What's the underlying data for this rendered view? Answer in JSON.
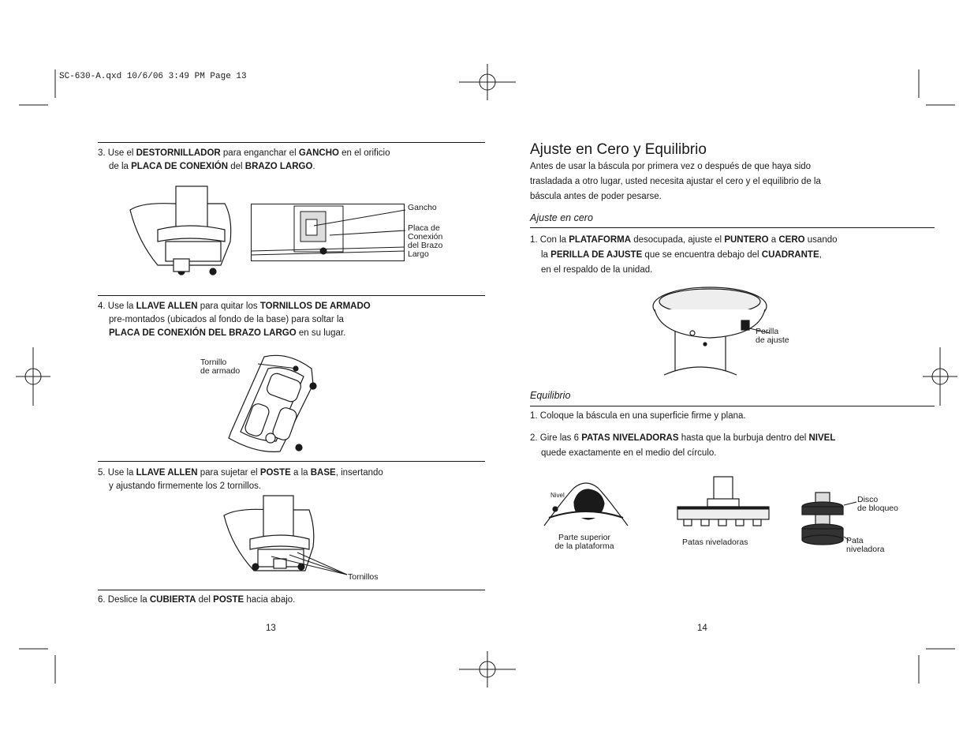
{
  "slug": "SC-630-A.qxd  10/6/06  3:49 PM  Page 13",
  "left_page": {
    "step3": {
      "num": "3.",
      "line1": [
        "Use el ",
        "DESTORNILLADOR",
        " para enganchar el ",
        "GANCHO",
        " en el orificio"
      ],
      "line2": [
        "de la ",
        "PLACA DE CONEXIÓN",
        " del ",
        "BRAZO LARGO",
        "."
      ],
      "label_gancho": "Gancho",
      "label_placa": "Placa de\nConexión\ndel Brazo\nLargo"
    },
    "step4": {
      "num": "4.",
      "line1": [
        "Use la ",
        "LLAVE ALLEN",
        " para quitar los ",
        "TORNILLOS DE ARMADO"
      ],
      "line2": [
        "pre-montados (ubicados al fondo de la base) para soltar la"
      ],
      "line3": [
        "PLACA DE CONEXIÓN DEL BRAZO LARGO",
        " en su lugar."
      ],
      "label_tornillo": "Tornillo\nde armado"
    },
    "step5": {
      "num": "5.",
      "line1": [
        "Use la ",
        "LLAVE ALLEN",
        " para sujetar el ",
        "POSTE",
        " a la ",
        "BASE",
        ", insertando"
      ],
      "line2": [
        "y ajustando firmemente los 2 tornillos."
      ],
      "label_tornillos": "Tornillos"
    },
    "step6": {
      "num": "6.",
      "line1": [
        "Deslice la ",
        "CUBIERTA",
        " del ",
        "POSTE",
        " hacia abajo."
      ]
    },
    "page_number": "13"
  },
  "right_page": {
    "title": "Ajuste en Cero y Equilibrio",
    "intro": [
      "Antes de usar la báscula por primera vez o después de que haya sido",
      "trasladada a otro lugar, usted necesita ajustar el cero y el equilibrio de la",
      "báscula antes de poder pesarse."
    ],
    "section_zero": {
      "heading": "Ajuste en cero",
      "num": "1.",
      "line1": [
        "Con la ",
        "PLATAFORMA",
        " desocupada, ajuste el ",
        "PUNTERO",
        " a ",
        "CERO",
        " usando"
      ],
      "line2": [
        "la ",
        "PERILLA DE AJUSTE",
        " que se encuentra debajo del ",
        "CUADRANTE",
        ","
      ],
      "line3": [
        "en el respaldo de la unidad."
      ],
      "label_perilla": "Perilla\nde ajuste"
    },
    "section_balance": {
      "heading": "Equilibrio",
      "item1_num": "1.",
      "item1": [
        "Coloque la báscula en una superficie firme y plana."
      ],
      "item2_num": "2.",
      "item2_line1": [
        "Gire las 6 ",
        "PATAS NIVELADORAS",
        " hasta que la burbuja dentro del ",
        "NIVEL"
      ],
      "item2_line2": [
        "quede exactamente en el medio del círculo."
      ],
      "label_nivel": "Nivel",
      "label_parte": "Parte superior\nde la plataforma",
      "label_patas": "Patas niveladoras",
      "label_disco": "Disco\nde bloqueo",
      "label_pata": "Pata\nniveladora"
    },
    "page_number": "14"
  }
}
